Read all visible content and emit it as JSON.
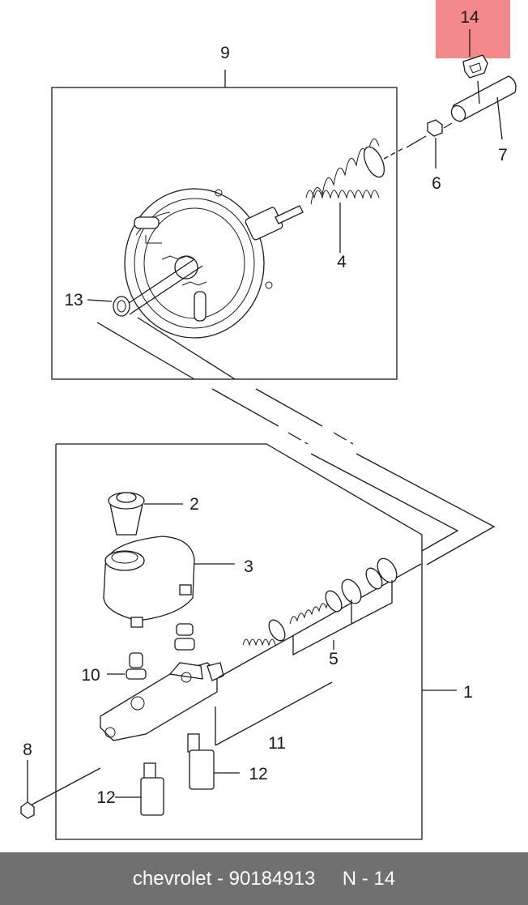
{
  "highlight_color": "#f3898a",
  "callouts": {
    "c1": "1",
    "c2": "2",
    "c3": "3",
    "c4": "4",
    "c5": "5",
    "c6": "6",
    "c7": "7",
    "c8": "8",
    "c9": "9",
    "c10": "10",
    "c11": "11",
    "c12a": "12",
    "c12b": "12",
    "c13": "13",
    "c14": "14"
  },
  "footer": {
    "brand": "chevrolet",
    "separator": " - ",
    "part_number": "90184913",
    "spacer": "     ",
    "ref": "N - 14"
  }
}
